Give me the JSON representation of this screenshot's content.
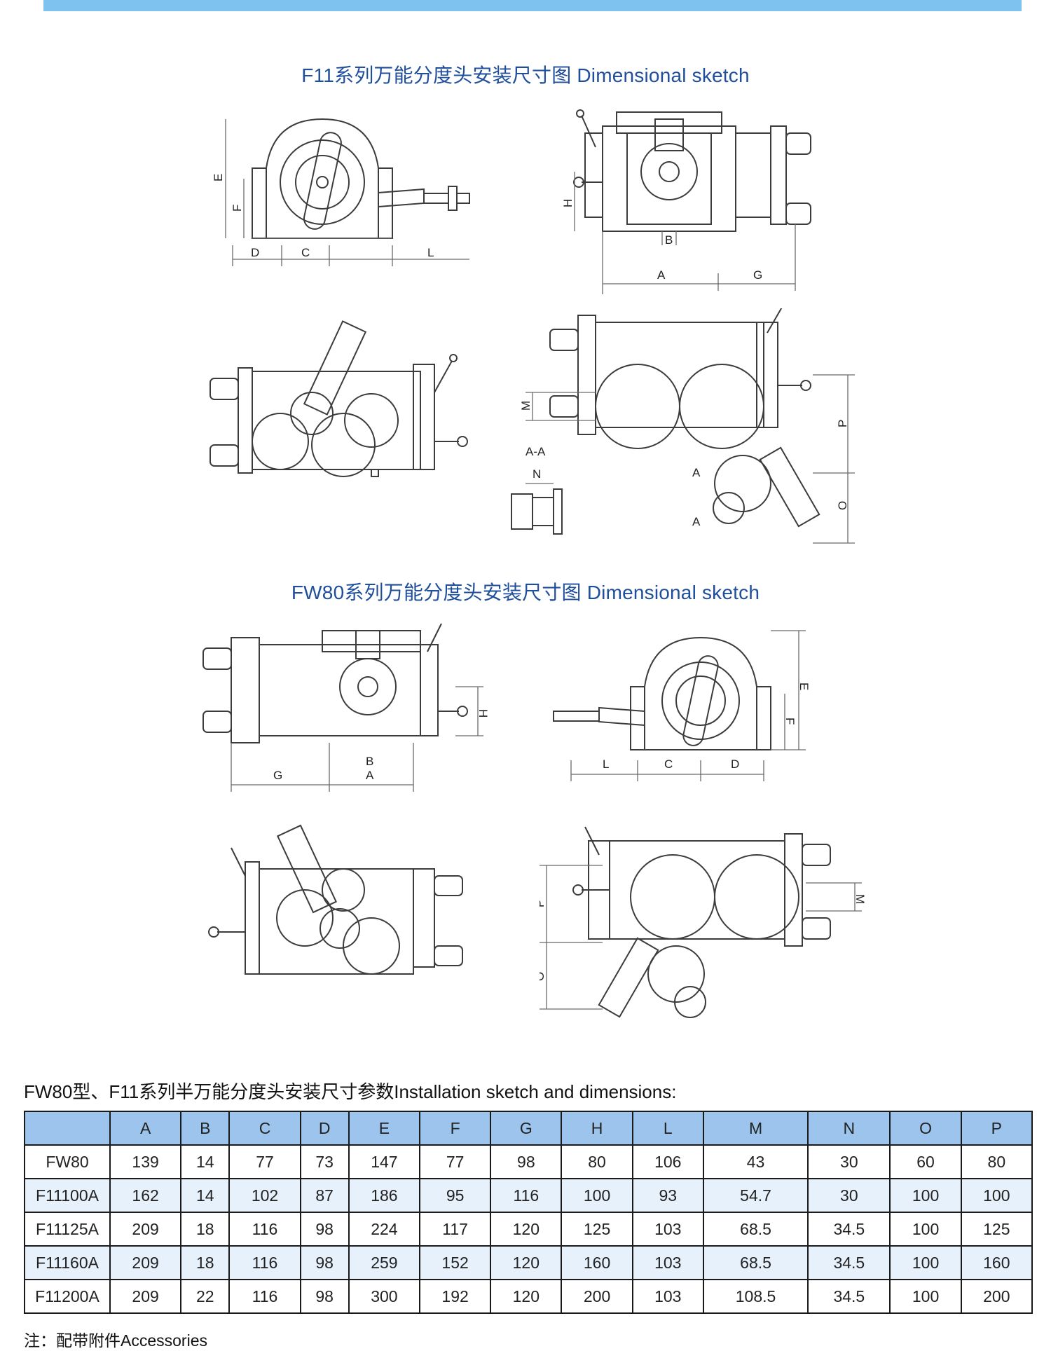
{
  "section1_title": "F11系列万能分度头安装尺寸图 Dimensional sketch",
  "section2_title": "FW80系列万能分度头安装尺寸图 Dimensional sketch",
  "sketch_labels": {
    "s1_front": [
      "E",
      "F",
      "D",
      "C",
      "L"
    ],
    "s1_side": [
      "H",
      "B",
      "A",
      "G"
    ],
    "s1_bottom_right": [
      "M",
      "P",
      "O",
      "A-A",
      "N",
      "A",
      "A"
    ],
    "s2_side": [
      "H",
      "B",
      "G",
      "A"
    ],
    "s2_front": [
      "E",
      "F",
      "L",
      "C",
      "D"
    ],
    "s2_bottom_right": [
      "P",
      "O",
      "M"
    ]
  },
  "table_title": "FW80型、F11系列半万能分度头安装尺寸参数Installation sketch and dimensions:",
  "table": {
    "headers": [
      "",
      "A",
      "B",
      "C",
      "D",
      "E",
      "F",
      "G",
      "H",
      "L",
      "M",
      "N",
      "O",
      "P"
    ],
    "rows": [
      [
        "FW80",
        "139",
        "14",
        "77",
        "73",
        "147",
        "77",
        "98",
        "80",
        "106",
        "43",
        "30",
        "60",
        "80"
      ],
      [
        "F11100A",
        "162",
        "14",
        "102",
        "87",
        "186",
        "95",
        "116",
        "100",
        "93",
        "54.7",
        "30",
        "100",
        "100"
      ],
      [
        "F11125A",
        "209",
        "18",
        "116",
        "98",
        "224",
        "117",
        "120",
        "125",
        "103",
        "68.5",
        "34.5",
        "100",
        "125"
      ],
      [
        "F11160A",
        "209",
        "18",
        "116",
        "98",
        "259",
        "152",
        "120",
        "160",
        "103",
        "68.5",
        "34.5",
        "100",
        "160"
      ],
      [
        "F11200A",
        "209",
        "22",
        "116",
        "98",
        "300",
        "192",
        "120",
        "200",
        "103",
        "108.5",
        "34.5",
        "100",
        "200"
      ]
    ]
  },
  "note": "注：配带附件Accessories",
  "colors": {
    "accent_bar": "#7ec3ef",
    "title_blue": "#1f4e9c",
    "header_bg": "#9cc4ec",
    "alt_row_bg": "#e6f1fc"
  }
}
